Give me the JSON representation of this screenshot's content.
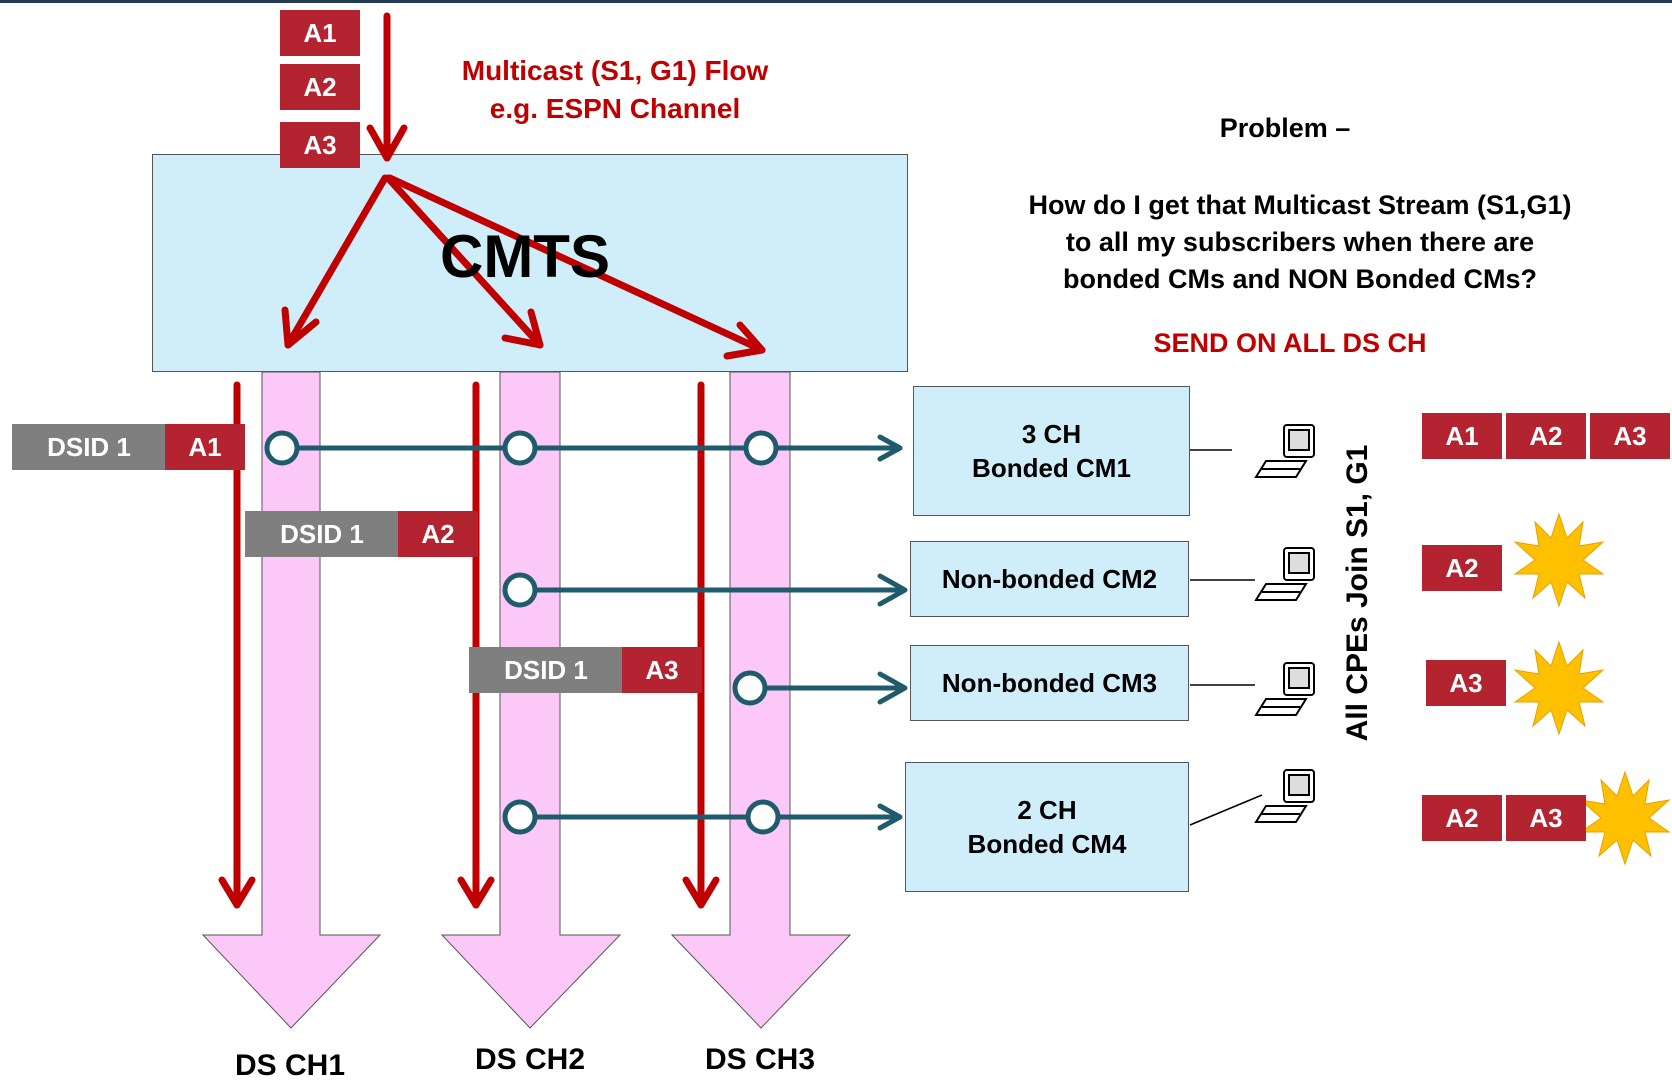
{
  "packets_top": [
    "A1",
    "A2",
    "A3"
  ],
  "flow_label": {
    "line1": "Multicast (S1, G1) Flow",
    "line2": "e.g. ESPN Channel"
  },
  "cmts_label": "CMTS",
  "problem": {
    "heading": "Problem –",
    "line1": "How do I get that Multicast Stream (S1,G1)",
    "line2": "to all my subscribers when there are",
    "line3": "bonded CMs and NON Bonded CMs?",
    "answer": "SEND ON ALL  DS CH"
  },
  "dsid_rows": [
    {
      "dsid": "DSID 1",
      "packet": "A1"
    },
    {
      "dsid": "DSID 1",
      "packet": "A2"
    },
    {
      "dsid": "DSID 1",
      "packet": "A3"
    }
  ],
  "cable_modems": [
    {
      "line1": "3 CH",
      "line2": "Bonded CM1"
    },
    {
      "line1": "Non-bonded CM2",
      "line2": ""
    },
    {
      "line1": "Non-bonded CM3",
      "line2": ""
    },
    {
      "line1": "2 CH",
      "line2": "Bonded CM4"
    }
  ],
  "vertical_label": "All CPEs Join S1, G1",
  "received": {
    "cm1": [
      "A1",
      "A2",
      "A3"
    ],
    "cm2": [
      "A2"
    ],
    "cm3": [
      "A3"
    ],
    "cm4": [
      "A2",
      "A3"
    ]
  },
  "channels": [
    "DS CH1",
    "DS CH2",
    "DS CH3"
  ],
  "icons": {
    "computer": "computer-icon",
    "burst": "starburst-icon"
  },
  "colors": {
    "red": "#b32430",
    "flow_red": "#c00000",
    "teal": "#1f5b6d",
    "pink": "#fbc8f7",
    "cmts_blue": "#cfeefa",
    "burst": "#ffc000"
  }
}
